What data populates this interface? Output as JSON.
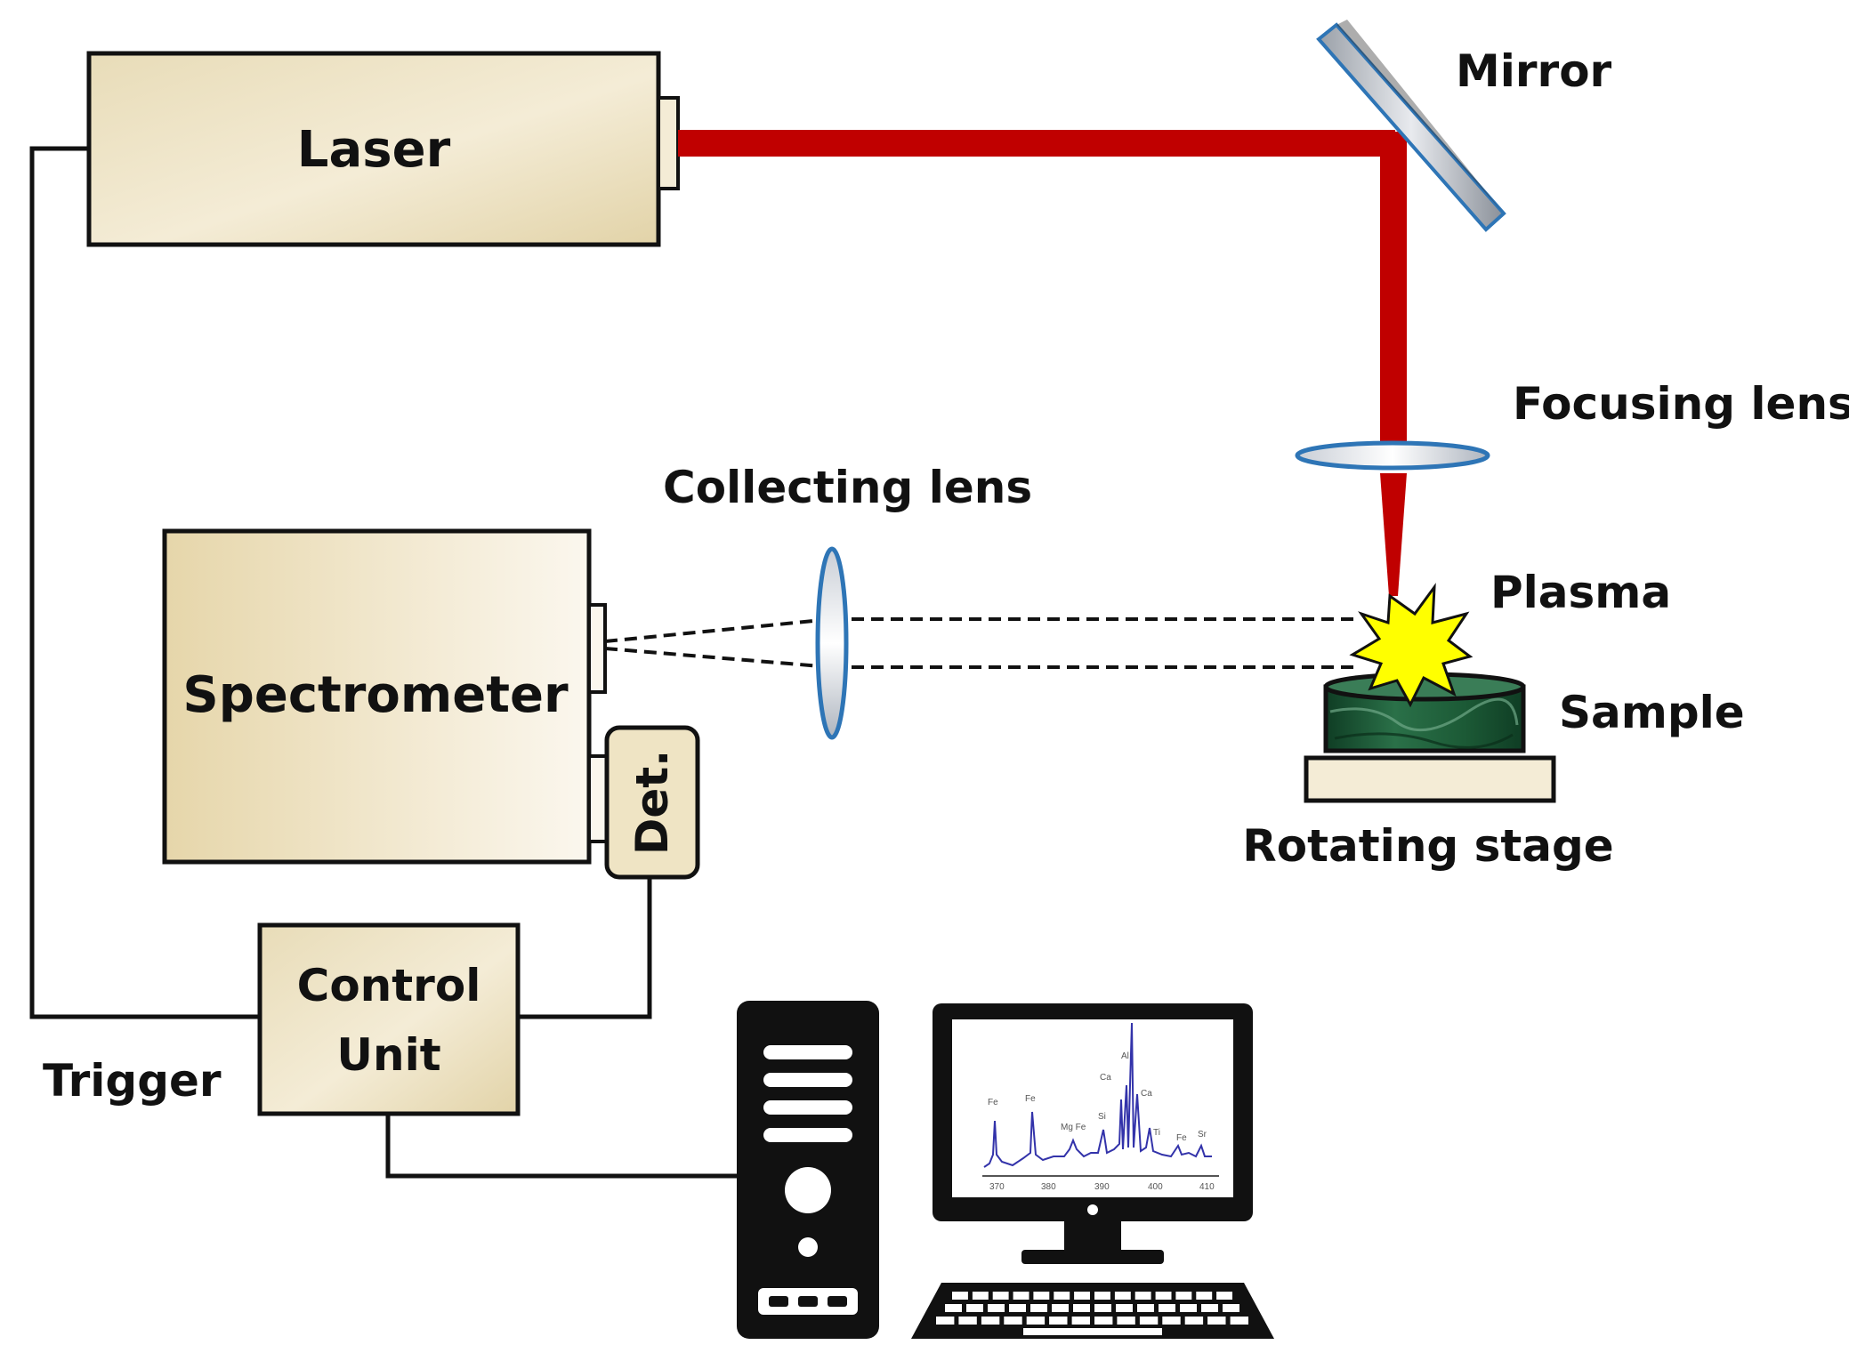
{
  "labels": {
    "laser": "Laser",
    "mirror": "Mirror",
    "focusing_lens": "Focusing lens",
    "collecting_lens": "Collecting lens",
    "plasma": "Plasma",
    "sample": "Sample",
    "rotating_stage": "Rotating stage",
    "spectrometer": "Spectrometer",
    "detector": "Det.",
    "control_unit_line1": "Control",
    "control_unit_line2": "Unit",
    "trigger": "Trigger"
  },
  "monitor_spectrum": {
    "peak_labels": [
      "Fe",
      "Fe",
      "Mg Fe",
      "Si",
      "Ca",
      "Al",
      "Ca",
      "Ti",
      "Fe",
      "Sr"
    ],
    "x_ticks": [
      "370",
      "380",
      "390",
      "400",
      "410"
    ]
  },
  "colors": {
    "laser_beam": "#c00000",
    "box_fill": "#efe4c4",
    "lens_outline": "#2e75b6",
    "plasma": "#ffff00",
    "sample": "#1e5c3a",
    "spectrum_line": "#3333aa"
  },
  "icons": {
    "computer_tower": "computer-tower-icon",
    "monitor": "monitor-icon",
    "keyboard": "keyboard-icon"
  }
}
